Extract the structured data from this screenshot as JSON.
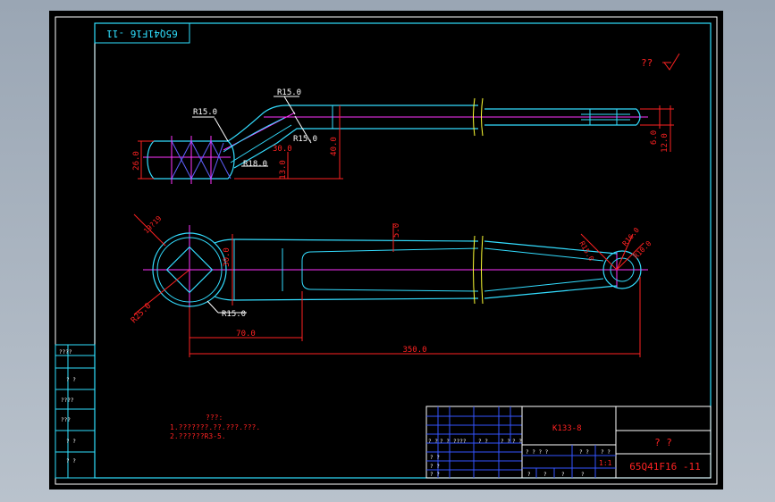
{
  "colors": {
    "viewport_bg": "#a9b3bf",
    "paper": "#000000",
    "frame": "#ffffff",
    "border": "#2fe0ff",
    "part_outline": "#33ddff",
    "centerline": "#ff33ff",
    "dimension": "#ff2222",
    "hatch": "#6060ff",
    "title_lines": "#3355ff",
    "section_mark": "#ffff33"
  },
  "drawing": {
    "code_box": "65Q41F16 -11",
    "roughness": "??",
    "notes_title": "???:",
    "notes": [
      "1.???????.??.???.???.",
      "2.??????R3-5."
    ],
    "top_view_dims": {
      "r15_a": "R15.0",
      "r15_b": "R15.0",
      "r15_c": "R15.0",
      "r18": "R18.0",
      "d26": "26.0",
      "d13": "13.0",
      "d30": "30.0",
      "d40": "40.0",
      "d6": "6.0",
      "d12": "12.0"
    },
    "front_view_dims": {
      "square": "19?19",
      "d30": "30.0",
      "d5": "5.0",
      "r15_left": "R15.0",
      "r25": "R25.0",
      "r15_right": "R15.0",
      "r16": "R16.0",
      "r10": "R10.0",
      "d70": "70.0",
      "d350": "350.0"
    },
    "side_table": [
      "????",
      "? ?",
      "????",
      "???",
      "? ?",
      "? ?"
    ],
    "title_block": {
      "part_no": "K133-8",
      "name": "? ?",
      "scale": "1:1",
      "drawing_no": "65Q41F16 -11",
      "header_cells": [
        "? ?",
        "? ?",
        "????",
        "? ?",
        "? ?",
        "? ?"
      ],
      "row_cells": [
        "? ?",
        "? ?",
        "? ?"
      ],
      "mid_cells": [
        "? ? ? ?",
        "? ?",
        "? ?"
      ],
      "bottom_cells": [
        "?",
        "?",
        "?",
        "?"
      ]
    }
  }
}
